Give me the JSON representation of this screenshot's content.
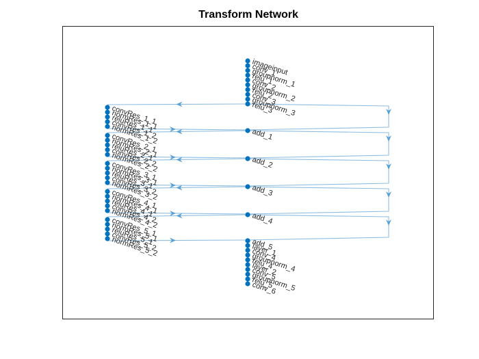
{
  "title": "Transform Network",
  "colors": {
    "node": "#0072bd",
    "edge": "#8dbce0",
    "arrow": "#5aa1d6",
    "text": "#262626"
  },
  "graph": {
    "input_chain": [
      "imageinput",
      "conv_1",
      "groupnorm_1",
      "relu_1",
      "conv_2",
      "groupnorm_2",
      "relu_2",
      "conv_3",
      "groupnorm_3",
      "relu_3"
    ],
    "residual_blocks": [
      {
        "nodes": [
          "convRes_1_1",
          "normRes_1_1",
          "reluRes_1_1",
          "convRes_1_2",
          "normRes_1_2"
        ],
        "add": "add_1"
      },
      {
        "nodes": [
          "convRes_2_1",
          "normRes_2_1",
          "reluRes_2_1",
          "convRes_2_2",
          "normRes_2_2"
        ],
        "add": "add_2"
      },
      {
        "nodes": [
          "convRes_3_1",
          "normRes_3_1",
          "reluRes_3_1",
          "convRes_3_2",
          "normRes_3_2"
        ],
        "add": "add_3"
      },
      {
        "nodes": [
          "convRes_4_1",
          "normRes_4_1",
          "reluRes_4_1",
          "convRes_4_2",
          "normRes_4_2"
        ],
        "add": "add_4"
      },
      {
        "nodes": [
          "convRes_5_1",
          "normRes_5_1",
          "reluRes_5_1",
          "convRes_5_2",
          "normRes_5_2"
        ],
        "add": "add_5"
      }
    ],
    "output_chain": [
      "add_5",
      "layer_1",
      "conv_4",
      "groupnorm_4",
      "relu_4",
      "layer_2",
      "conv_5",
      "groupnorm_5",
      "relu_5",
      "conv_6"
    ]
  }
}
